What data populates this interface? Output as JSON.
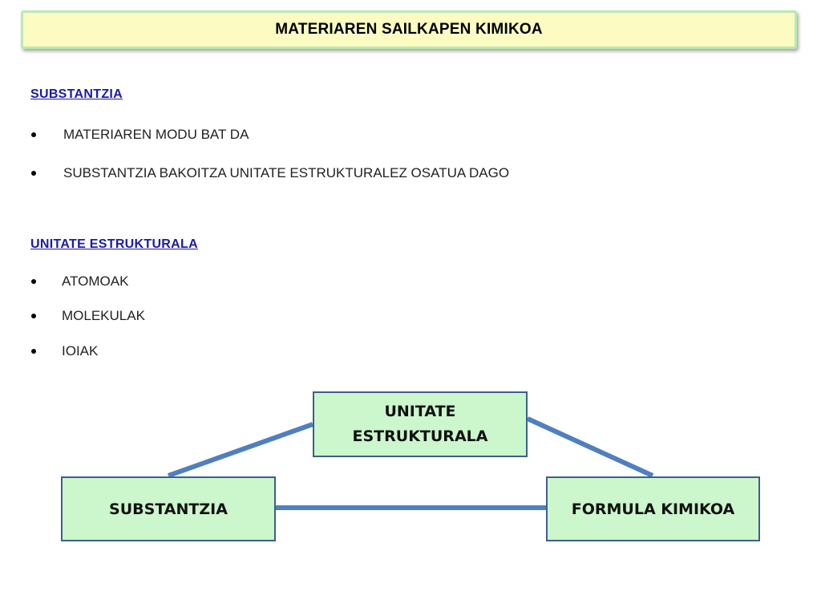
{
  "slide": {
    "title": "MATERIAREN SAILKAPEN KIMIKOA"
  },
  "substantzia_section": {
    "heading": "SUBSTANTZIA",
    "bullets": [
      "MATERIAREN MODU BAT DA",
      "SUBSTANTZIA BAKOITZA UNITATE ESTRUKTURALEZ OSATUA DAGO"
    ]
  },
  "unitate_section": {
    "heading": "UNITATE ESTRUKTURALA",
    "bullets": [
      "ATOMOAK",
      "MOLEKULAK",
      "IOIAK"
    ]
  },
  "diagram": {
    "top_node": "UNITATE\nESTRUKTURALA",
    "left_node": "SUBSTANTZIA",
    "right_node": "FORMULA KIMIKOA"
  },
  "colors": {
    "title_background": "#fbfbc2",
    "title_border": "#b9e9b0",
    "heading_text": "#1a1aa6",
    "node_fill": "#ccf6cc",
    "node_border": "#3d5f8c",
    "connector": "#4f7fbe"
  }
}
